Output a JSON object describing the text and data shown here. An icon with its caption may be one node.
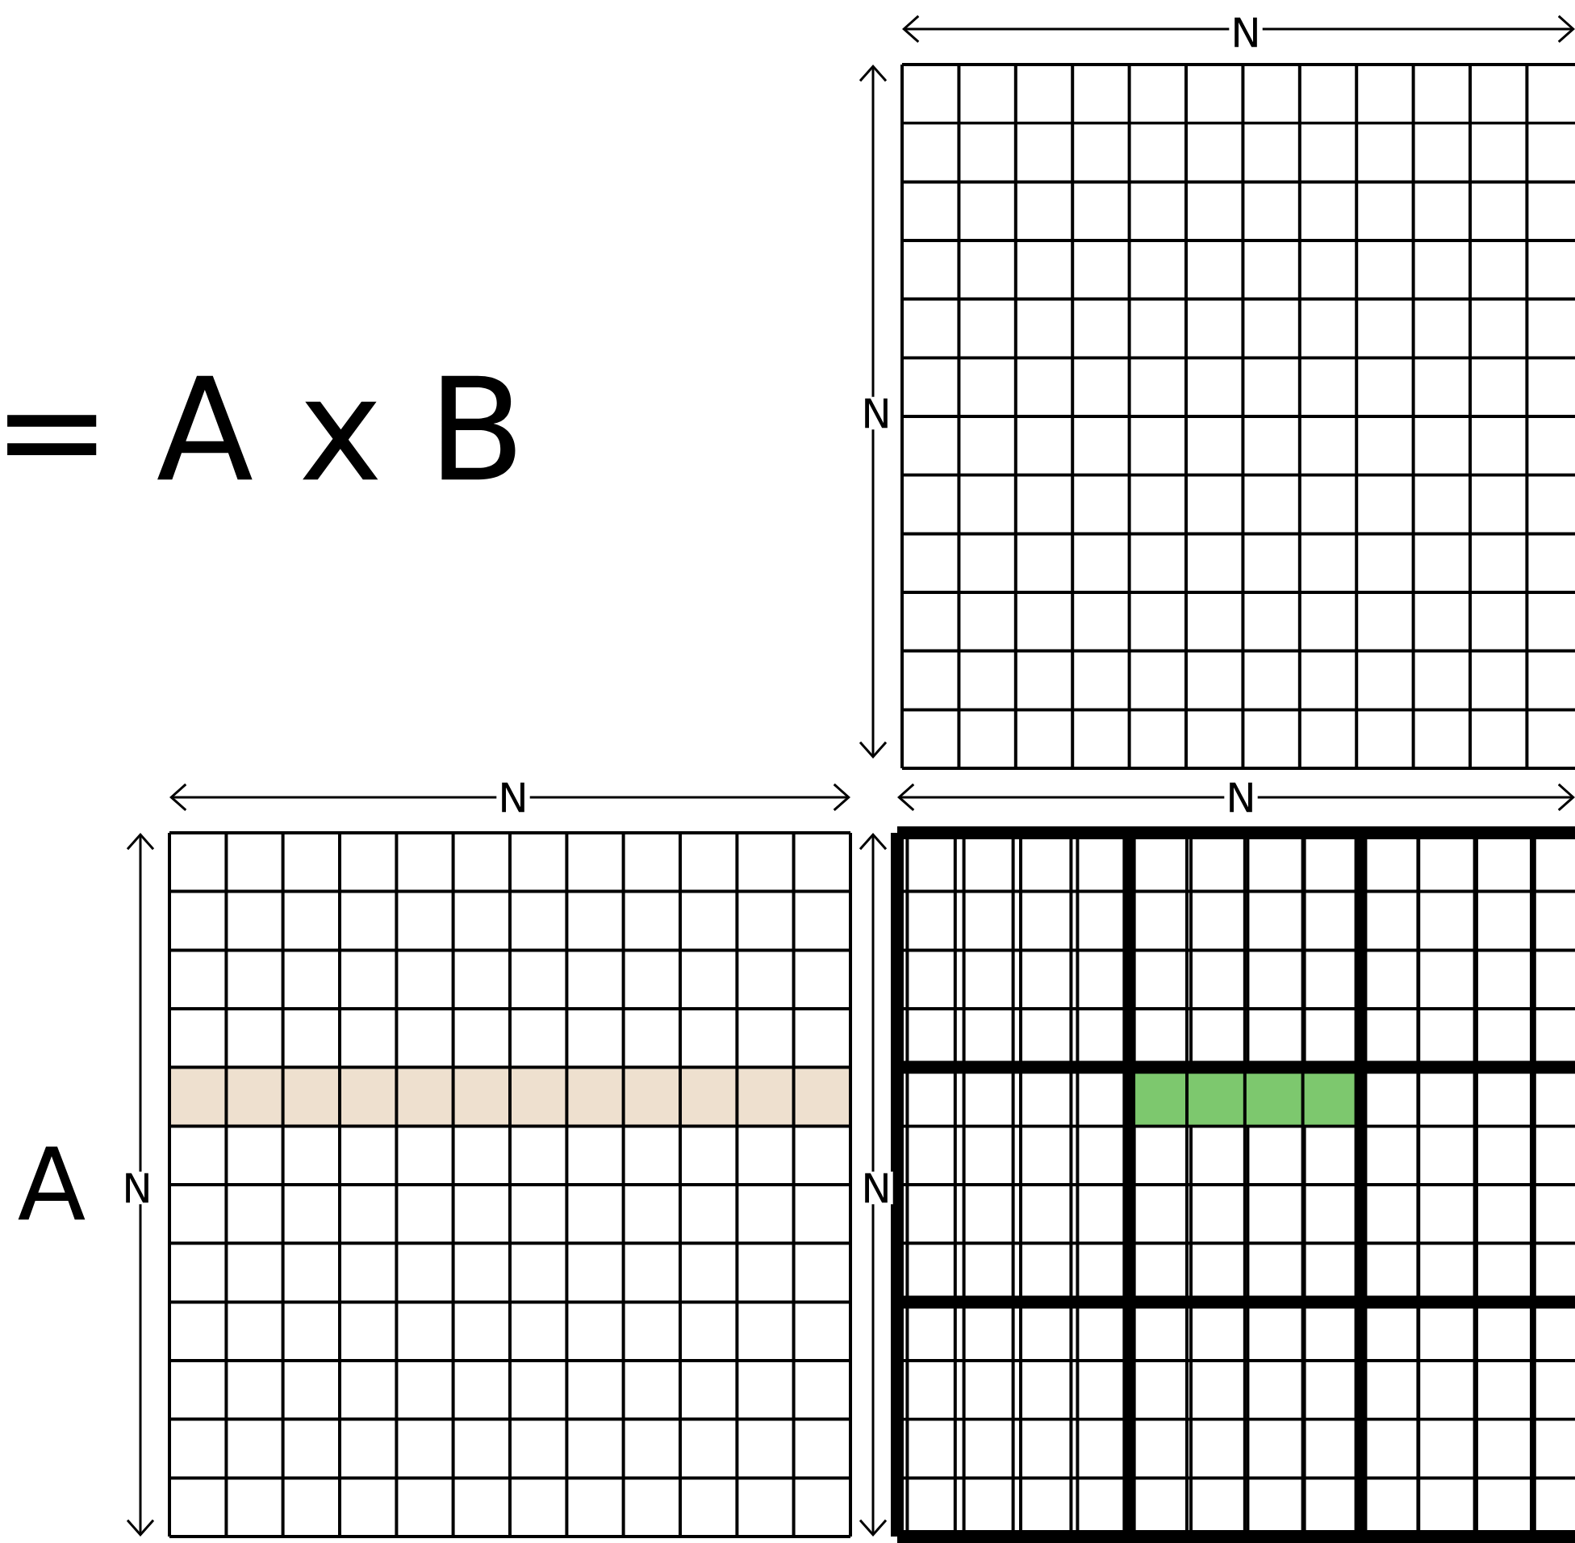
{
  "diagram": {
    "labels": [
      "N",
      "= A x B",
      "N",
      "N",
      "N",
      "A",
      "N",
      "N"
    ]
  }
}
